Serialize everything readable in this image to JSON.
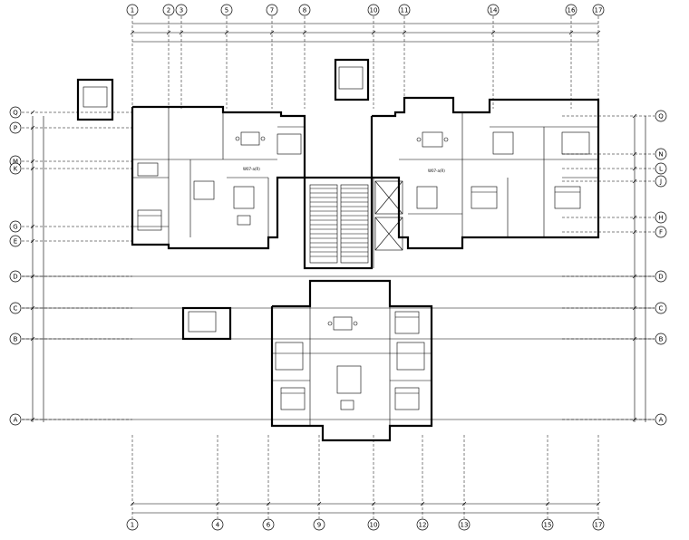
{
  "axes_top": [
    "1",
    "2",
    "3",
    "5",
    "7",
    "8",
    "10",
    "11",
    "14",
    "16",
    "17"
  ],
  "axes_bottom": [
    "1",
    "4",
    "6",
    "9",
    "10",
    "12",
    "13",
    "15",
    "17"
  ],
  "axes_left": [
    "Q",
    "P",
    "M",
    "K",
    "G",
    "E",
    "D",
    "C",
    "B",
    "A"
  ],
  "axes_right": [
    "Q",
    "N",
    "L",
    "J",
    "H",
    "F",
    "D",
    "C",
    "B",
    "A"
  ],
  "unit_tags": [
    "W07-a(R)",
    "W07-a(R)"
  ],
  "colors": {
    "line": "#000000",
    "background": "#ffffff"
  },
  "icons": [
    "grid-bubble",
    "dining-table-icon",
    "bed-icon",
    "sofa-icon",
    "toilet-icon",
    "stair-icon",
    "elevator-icon"
  ]
}
